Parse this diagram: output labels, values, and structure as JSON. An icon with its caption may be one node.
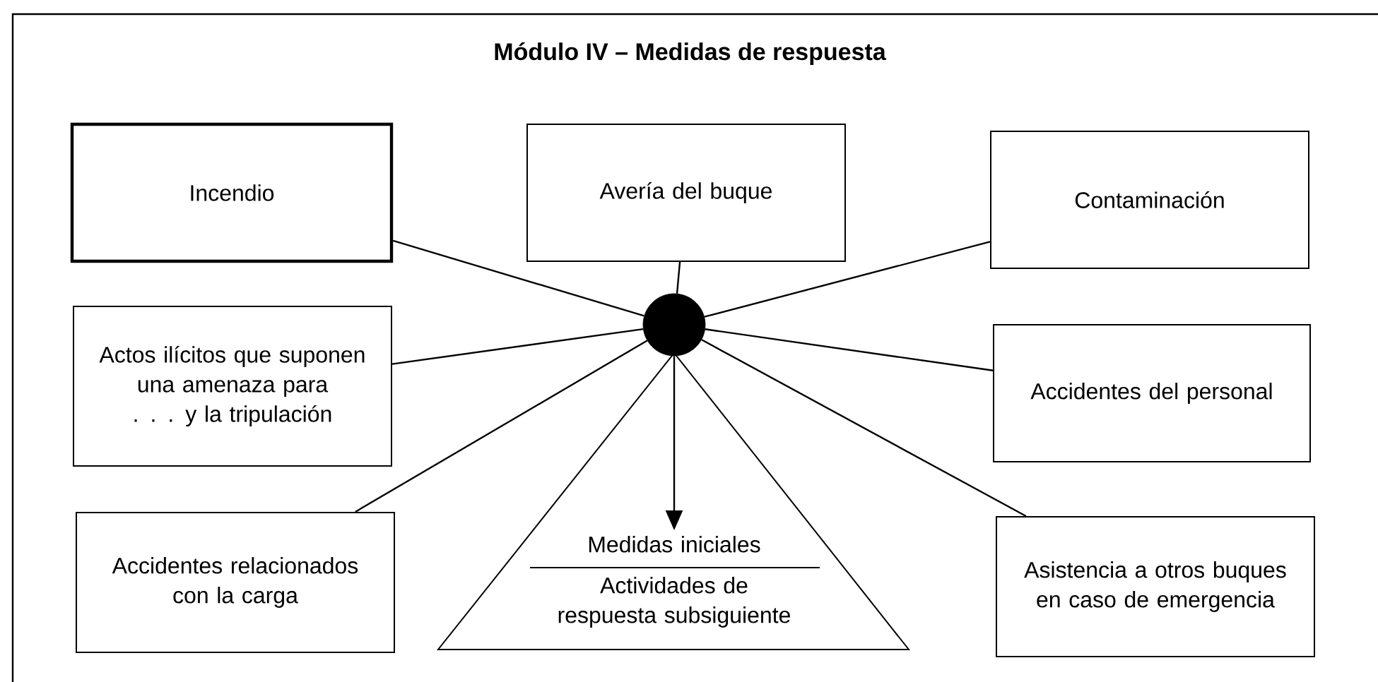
{
  "diagram": {
    "title": "Módulo IV – Medidas de respuesta",
    "nodes": [
      {
        "text": [
          "Incendio"
        ]
      },
      {
        "text": [
          "Avería del buque"
        ]
      },
      {
        "text": [
          "Contaminación"
        ]
      },
      {
        "text": [
          "Actos ilícitos que suponen una amenaza para . . . y la tripulación"
        ]
      },
      {
        "text": [],
        "shape": "circle"
      },
      {
        "text": [
          "Accidentes del personal"
        ]
      },
      {
        "text": [
          "Accidentes relacionados con la carga"
        ]
      },
      {
        "text": [
          "Medidas iniciales",
          "Actividades de respuesta subsiguiente"
        ]
      },
      {
        "text": [
          "Asistencia a otros buques en caso de emergencia"
        ]
      }
    ],
    "edges": [
      {
        "from": 0,
        "to": 4,
        "arrow": "none"
      },
      {
        "from": 1,
        "to": 4,
        "arrow": "none"
      },
      {
        "from": 2,
        "to": 4,
        "arrow": "none"
      },
      {
        "from": 3,
        "to": 4,
        "arrow": "none"
      },
      {
        "from": 5,
        "to": 4,
        "arrow": "none"
      },
      {
        "from": 6,
        "to": 4,
        "arrow": "none"
      },
      {
        "from": 8,
        "to": 4,
        "arrow": "none"
      },
      {
        "from": 4,
        "to": 7,
        "arrow": "to"
      }
    ]
  }
}
